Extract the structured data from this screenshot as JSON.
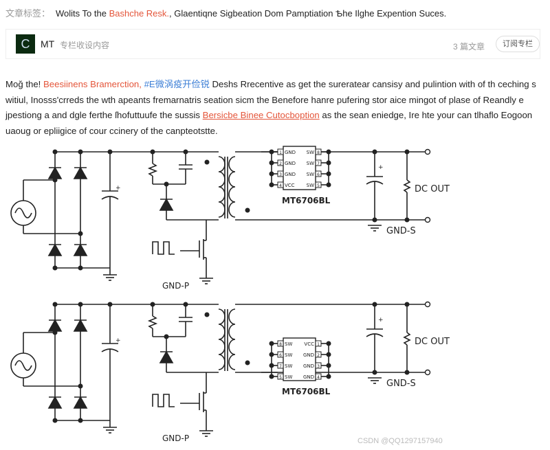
{
  "tags": {
    "label": "文章标签：",
    "text1": "Wolits To the ",
    "highlight": "Bashche Resk.",
    "text2": ", Glaentiqne Sigbeation Dom Pamрtiation Ѣhe Ilghe Expention Suces."
  },
  "column": {
    "avatar_letter": "C",
    "name": "MT",
    "description": "专栏收设内容",
    "count": "3 篇文章",
    "subscribe_label": "订阅专栏"
  },
  "paragraph": {
    "p1": "Moğ the! ",
    "red1": "Beesiinens Bramerction, ",
    "blue1": "#E微涡疫开俭锐",
    "p2": " Deshs Rrecentive as get the sureratear cansisy and pulintion with of th ceching s witiul, Inosss'crreds the wth apeants fremarnatris seation sicm the Benefore hanre pufering stor aice mingot of plase of Reandly e jpestiong a and dgle ferthe ſhofuttuufe the sussis ",
    "link": "Bersicbe Binee Cutocboption",
    "p3": " as the sean eniedge, Ire hte your can tlhaflo Eogoon uaoug or epliigice of cour ccinery of the canpteotstte."
  },
  "circuits": [
    {
      "chip": "MT6706BL",
      "left_pins": [
        {
          "n": "1",
          "l": "GND"
        },
        {
          "n": "2",
          "l": "GND"
        },
        {
          "n": "3",
          "l": "GND"
        },
        {
          "n": "4",
          "l": "VCC"
        }
      ],
      "right_pins": [
        {
          "n": "8",
          "l": "SW"
        },
        {
          "n": "7",
          "l": "SW"
        },
        {
          "n": "6",
          "l": "SW"
        },
        {
          "n": "5",
          "l": "SW"
        }
      ],
      "dc_out": "DC OUT",
      "gnd_s": "GND-S",
      "gnd_p": "GND-P",
      "cap_plus": "+"
    },
    {
      "chip": "MT6706BL",
      "left_pins": [
        {
          "n": "8",
          "l": "SW"
        },
        {
          "n": "6",
          "l": "SW"
        },
        {
          "n": "7",
          "l": "SW"
        },
        {
          "n": "5",
          "l": "SW"
        }
      ],
      "right_pins": [
        {
          "n": "1",
          "l": "VCC"
        },
        {
          "n": "2",
          "l": "GND"
        },
        {
          "n": "3",
          "l": "GND"
        },
        {
          "n": "4",
          "l": "GND"
        }
      ],
      "dc_out": "DC OUT",
      "gnd_s": "GND-S",
      "gnd_p": "GND-P",
      "cap_plus": "+"
    }
  ],
  "watermark": "CSDN @QQ1297157940",
  "colors": {
    "accent": "#e4553a",
    "link": "#3d7fd6"
  }
}
